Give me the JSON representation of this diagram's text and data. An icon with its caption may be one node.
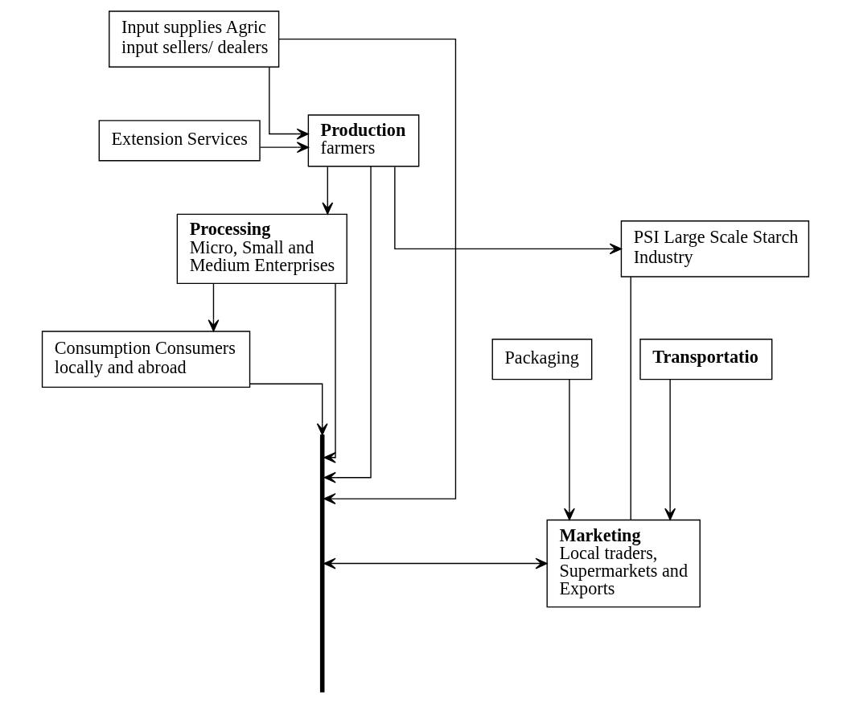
{
  "diagram": {
    "nodes": [
      {
        "text": [
          "Input supplies Agric input sellers/ dealers"
        ]
      },
      {
        "text": [
          "Extension Services"
        ]
      },
      {
        "text": [
          "Production",
          "farmers"
        ]
      },
      {
        "text": [
          "PSI Large Scale Starch Industry"
        ]
      },
      {
        "text": [
          "Packaging"
        ]
      },
      {
        "text": [
          "Processing",
          "Micro, Small and Medium Enterprises"
        ]
      },
      {
        "text": [
          "Marketing",
          "Local traders, Supermarkets and Exports"
        ]
      },
      {
        "text": [
          "Consumption Consumers locally and abroad"
        ]
      },
      {
        "text": [
          "Transportatio"
        ]
      },
      {
        "text": [],
        "shape": "bar"
      }
    ],
    "edges": [
      {
        "from": 0,
        "to": 2,
        "arrow": "to"
      },
      {
        "from": 1,
        "to": 2,
        "arrow": "to"
      },
      {
        "from": 2,
        "to": 3,
        "arrow": "to"
      },
      {
        "from": 0,
        "to": 9,
        "arrow": "to"
      },
      {
        "from": 2,
        "to": 9,
        "arrow": "to"
      },
      {
        "from": 2,
        "to": 5,
        "arrow": "to"
      },
      {
        "from": 5,
        "to": 9,
        "arrow": "to"
      },
      {
        "from": 5,
        "to": 7,
        "arrow": "to"
      },
      {
        "from": 7,
        "to": 9,
        "arrow": "to"
      },
      {
        "from": 3,
        "to": 6,
        "arrow": "none"
      },
      {
        "from": 9,
        "to": 6,
        "arrow": "both"
      },
      {
        "from": 4,
        "to": 6,
        "arrow": "to"
      },
      {
        "from": 8,
        "to": 6,
        "arrow": "to"
      }
    ]
  }
}
